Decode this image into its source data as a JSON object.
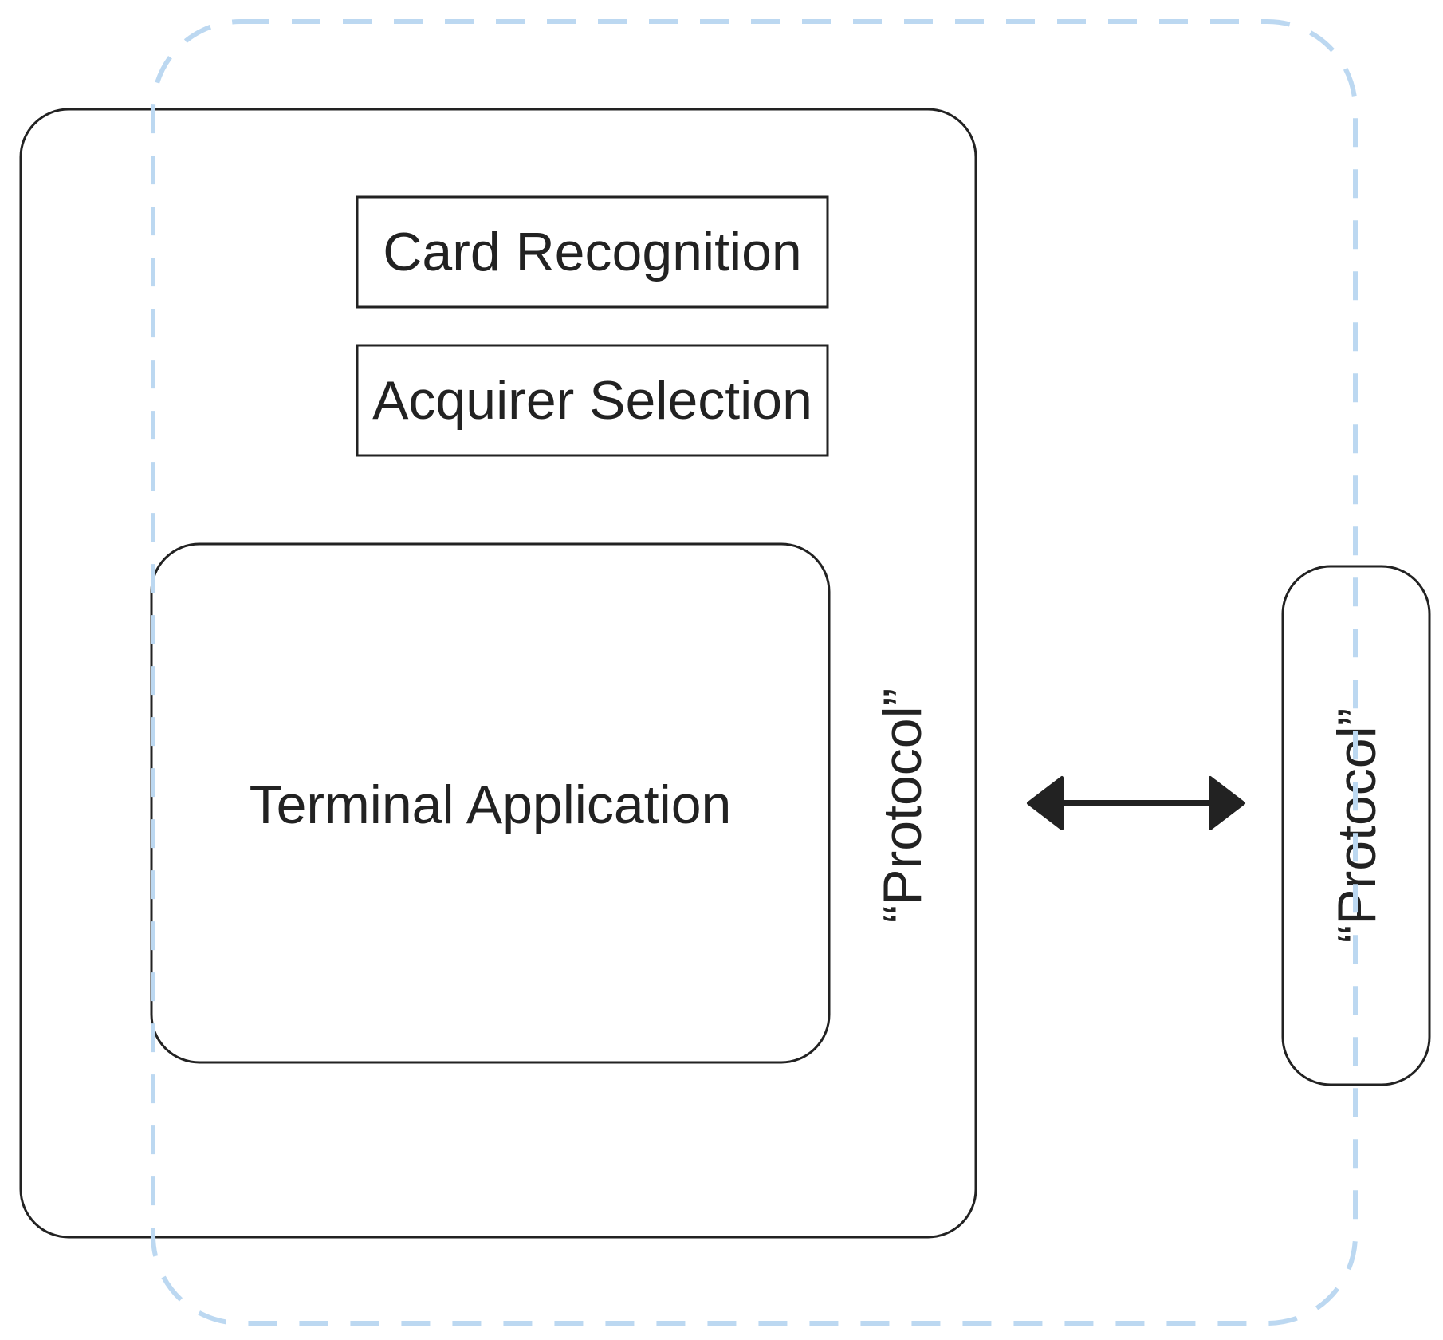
{
  "diagram": {
    "labels": {
      "card_recognition": "Card Recognition",
      "acquirer_selection": "Acquirer Selection",
      "terminal_application": "Terminal Application",
      "protocol_terminal": "“Protocol”",
      "protocol_card": "“Protocol”"
    },
    "colors": {
      "stroke": "#222222",
      "dashed_boundary": "#bcd8f1",
      "background": "#ffffff"
    },
    "arrow": {
      "style": "bidirectional"
    }
  }
}
